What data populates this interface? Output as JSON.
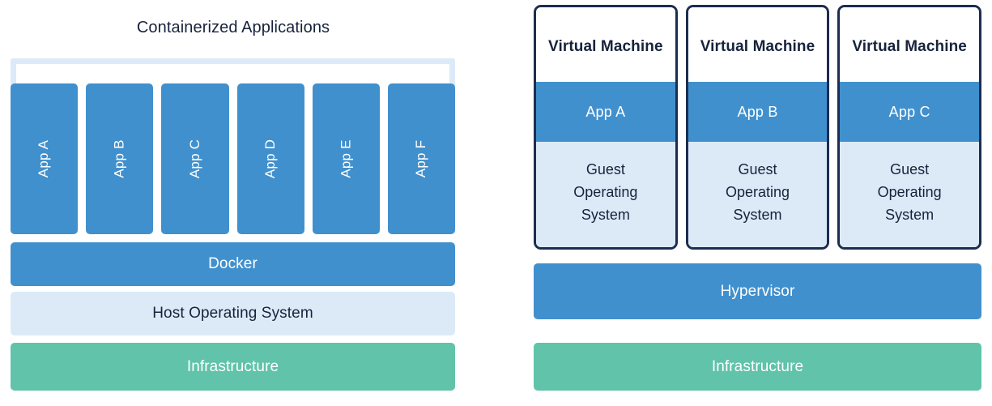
{
  "colors": {
    "blue": "#4190ce",
    "light_blue": "#dceaf8",
    "green": "#60c3aa",
    "navy_border": "#1d2d4f",
    "text_dark": "#17233c",
    "text_light": "#ffffff",
    "background": "#ffffff"
  },
  "containers_panel": {
    "title": "Containerized Applications",
    "apps": [
      {
        "label": "App A"
      },
      {
        "label": "App B"
      },
      {
        "label": "App C"
      },
      {
        "label": "App D"
      },
      {
        "label": "App E"
      },
      {
        "label": "App F"
      }
    ],
    "layers": [
      {
        "label": "Docker",
        "style": "blue"
      },
      {
        "label": "Host Operating System",
        "style": "light"
      },
      {
        "label": "Infrastructure",
        "style": "green"
      }
    ],
    "docker_label": "Docker",
    "host_os_label": "Host Operating System",
    "infrastructure_label": "Infrastructure"
  },
  "vm_panel": {
    "vms": [
      {
        "title": "Virtual Machine",
        "app_label": "App A",
        "guest_os_lines": [
          "Guest",
          "Operating",
          "System"
        ]
      },
      {
        "title": "Virtual Machine",
        "app_label": "App B",
        "guest_os_lines": [
          "Guest",
          "Operating",
          "System"
        ]
      },
      {
        "title": "Virtual Machine",
        "app_label": "App C",
        "guest_os_lines": [
          "Guest",
          "Operating",
          "System"
        ]
      }
    ],
    "hypervisor_label": "Hypervisor",
    "infrastructure_label": "Infrastructure"
  }
}
